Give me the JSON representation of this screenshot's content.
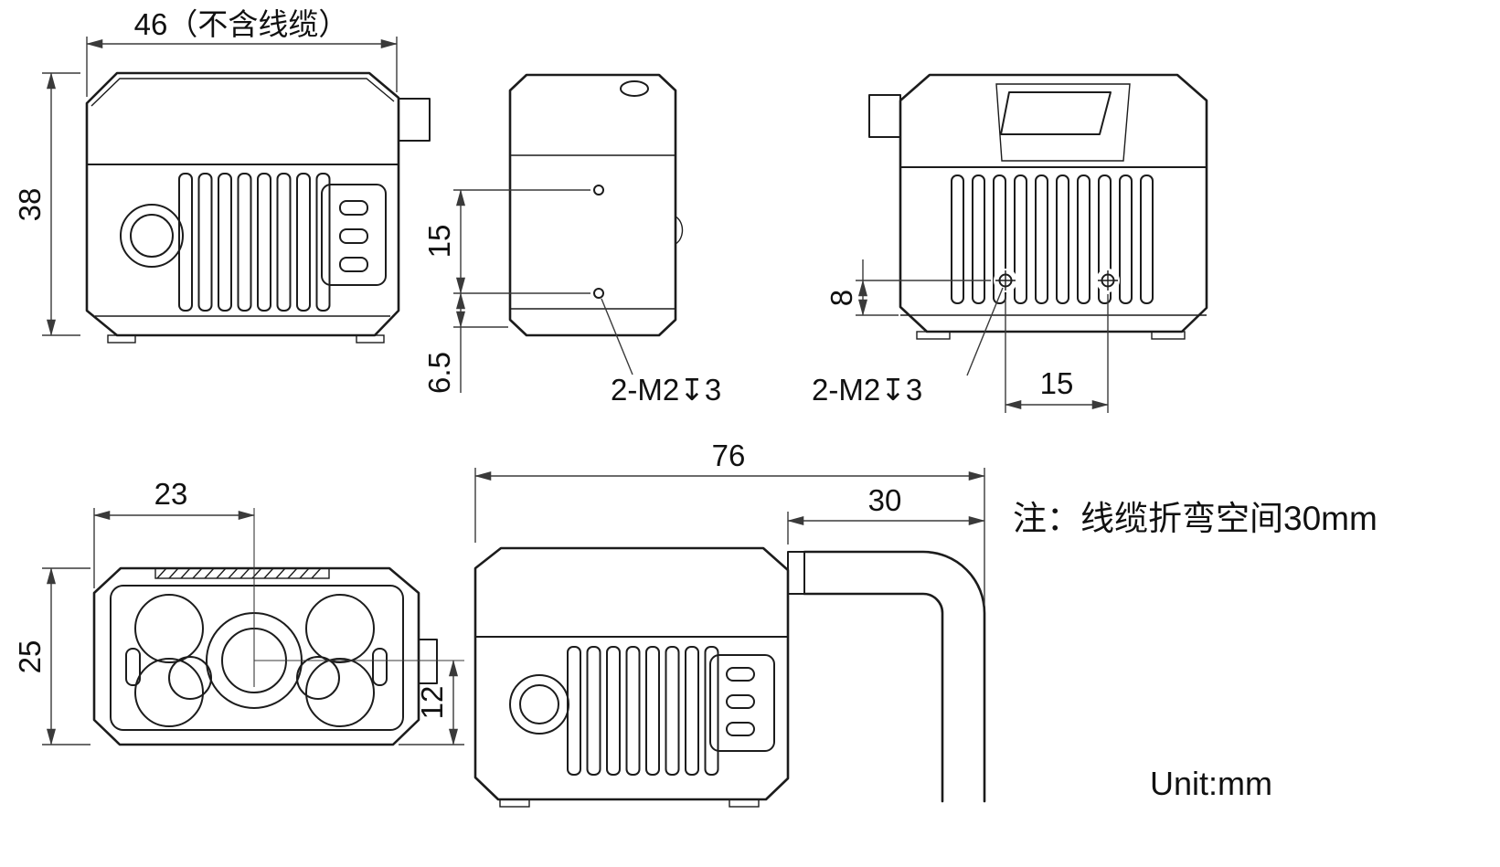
{
  "colors": {
    "outline": "#1c1c1c",
    "dimension": "#3a3a3a",
    "text": "#111111",
    "background": "#ffffff"
  },
  "views": {
    "front": {
      "width": "46（不含线缆）",
      "height": "38"
    },
    "bottom": {
      "hole_spacing": "15",
      "hole_edge_offset": "6.5",
      "thread_callout": "2-M2↧3"
    },
    "back": {
      "hole_height_offset": "8",
      "thread_callout": "2-M2↧3",
      "hole_spacing": "15"
    },
    "top": {
      "lens_center_from_left": "23",
      "depth": "25"
    },
    "side": {
      "total_length_with_cable": "76",
      "cable_bend_space": "30",
      "lens_center_from_bottom": "12"
    }
  },
  "annotations": {
    "note": "注：线缆折弯空间30mm",
    "unit": "Unit:mm"
  }
}
